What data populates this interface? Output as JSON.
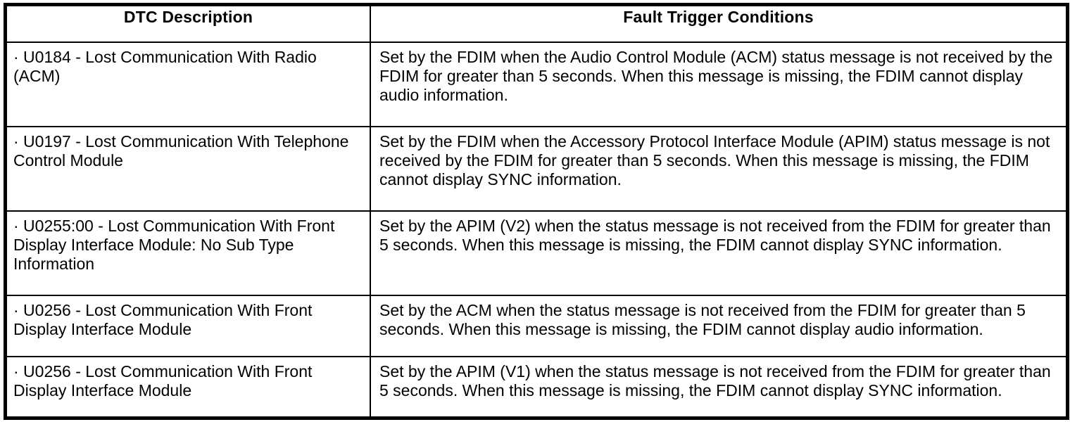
{
  "table": {
    "headers": {
      "dtc": "DTC Description",
      "conditions": "Fault Trigger Conditions"
    },
    "rows": [
      {
        "dtc": "· U0184 - Lost Communication With Radio (ACM)",
        "condition": "Set by the FDIM when the Audio Control Module (ACM) status message is not received by the FDIM for greater than 5 seconds. When this message is missing, the FDIM cannot display audio information."
      },
      {
        "dtc": "· U0197 - Lost Communication With Telephone Control Module",
        "condition": "Set by the FDIM when the Accessory Protocol Interface Module (APIM) status message is not received by the FDIM for greater than 5 seconds. When this message is missing, the FDIM cannot display SYNC information."
      },
      {
        "dtc": "· U0255:00 - Lost Communication With Front Display Interface Module: No Sub Type Information",
        "condition": "Set by the APIM (V2) when the status message is not received from the FDIM for greater than 5 seconds. When this message is missing, the FDIM cannot display SYNC information."
      },
      {
        "dtc": "· U0256 - Lost Communication With Front Display Interface Module",
        "condition": "Set by the ACM when the status message is not received from the FDIM for greater than 5 seconds. When this message is missing, the FDIM cannot display audio information."
      },
      {
        "dtc": "· U0256 - Lost Communication With Front Display Interface Module",
        "condition": "Set by the APIM (V1) when the status message is not received from the FDIM for greater than 5 seconds. When this message is missing, the FDIM cannot display SYNC information."
      }
    ]
  }
}
